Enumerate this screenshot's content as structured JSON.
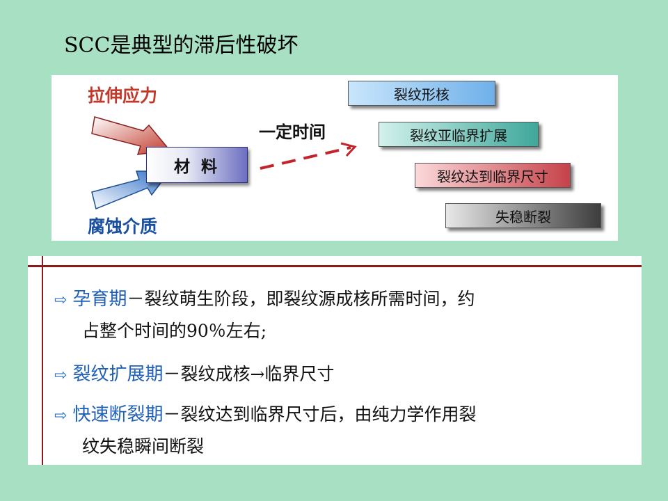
{
  "slide": {
    "title": "SCC是典型的滞后性破坏"
  },
  "diagram": {
    "stress_label": "拉伸应力",
    "medium_label": "腐蚀介质",
    "time_label": "一定时间",
    "material_label": "材 料",
    "stages": [
      "裂纹形核",
      "裂纹亚临界扩展",
      "裂纹达到临界尺寸",
      "失稳断裂"
    ],
    "colors": {
      "stress_arrow": "#c0392b",
      "medium_arrow": "#2f6fc7",
      "dashed_arrow": "#c4232b",
      "rule": "#8b1a1a",
      "term": "#1f5fb8"
    }
  },
  "phases": [
    {
      "term": "孕育期",
      "desc_line1": "－裂纹萌生阶段，即裂纹源成核所需时间，约",
      "desc_line2": "占整个时间的90％左右;"
    },
    {
      "term": "裂纹扩展期",
      "desc_line1": "－裂纹成核→临界尺寸",
      "desc_line2": ""
    },
    {
      "term": "快速断裂期",
      "desc_line1": "－裂纹达到临界尺寸后，由纯力学作用裂",
      "desc_line2": "纹失稳瞬间断裂"
    }
  ],
  "icons": {
    "bullet": "arrow-right-outline-icon"
  }
}
